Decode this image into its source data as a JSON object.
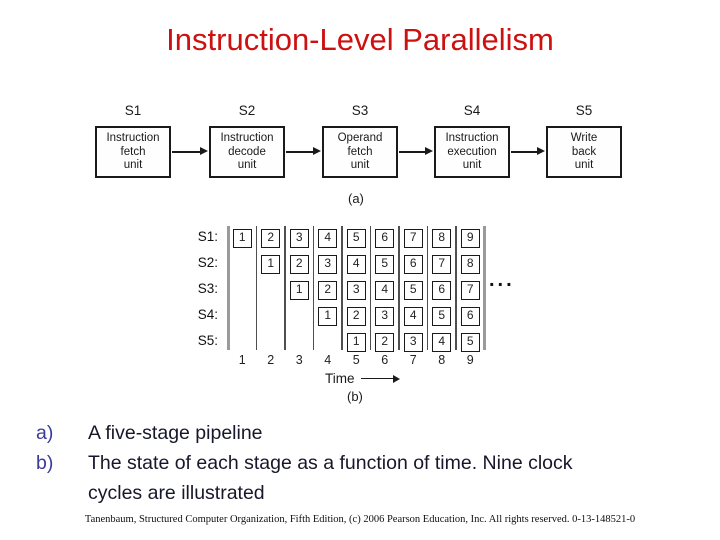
{
  "slide": {
    "title": "Instruction-Level Parallelism",
    "title_color": "#cc1111",
    "marker_color": "#3a3a99",
    "bullets": [
      {
        "marker": "a)",
        "text": "A five-stage pipeline"
      },
      {
        "marker": "b)",
        "text": "The state of each stage as a function of time. Nine clock\ncycles are illustrated"
      }
    ],
    "footer": "Tanenbaum, Structured Computer Organization, Fifth Edition, (c) 2006 Pearson Education, Inc. All rights reserved. 0-13-148521-0"
  },
  "diagram_a": {
    "caption": "(a)",
    "stages": [
      {
        "id": "S1",
        "name": "Instruction\nfetch\nunit"
      },
      {
        "id": "S2",
        "name": "Instruction\ndecode\nunit"
      },
      {
        "id": "S3",
        "name": "Operand\nfetch\nunit"
      },
      {
        "id": "S4",
        "name": "Instruction\nexecution\nunit"
      },
      {
        "id": "S5",
        "name": "Write\nback\nunit"
      }
    ]
  },
  "diagram_b": {
    "caption": "(b)",
    "axis_label": "Time",
    "ellipsis": "...",
    "time_ticks": [
      "1",
      "2",
      "3",
      "4",
      "5",
      "6",
      "7",
      "8",
      "9"
    ],
    "rows": [
      {
        "label": "S1:",
        "start": 1,
        "cells": [
          "1",
          "2",
          "3",
          "4",
          "5",
          "6",
          "7",
          "8",
          "9"
        ]
      },
      {
        "label": "S2:",
        "start": 2,
        "cells": [
          "1",
          "2",
          "3",
          "4",
          "5",
          "6",
          "7",
          "8"
        ]
      },
      {
        "label": "S3:",
        "start": 3,
        "cells": [
          "1",
          "2",
          "3",
          "4",
          "5",
          "6",
          "7"
        ]
      },
      {
        "label": "S4:",
        "start": 4,
        "cells": [
          "1",
          "2",
          "3",
          "4",
          "5",
          "6"
        ]
      },
      {
        "label": "S5:",
        "start": 5,
        "cells": [
          "1",
          "2",
          "3",
          "4",
          "5"
        ]
      }
    ]
  }
}
